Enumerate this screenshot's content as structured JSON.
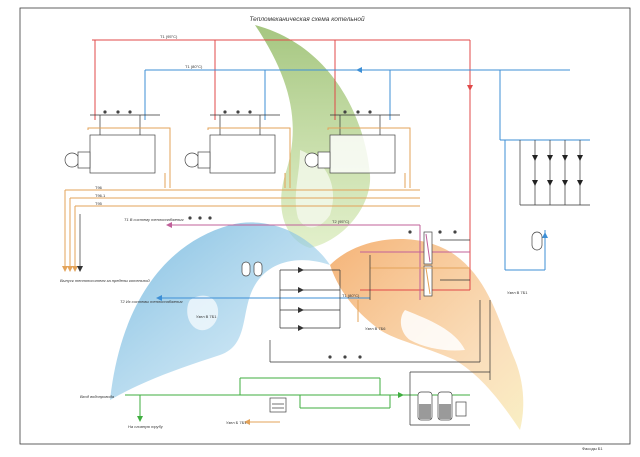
{
  "title": "Тепломеханическая схема котельной",
  "sheet_label": "Фасоды Б1",
  "lines": {
    "supply_red": "Т1 (95°С)",
    "supply_blue": "Т1 (80°С)",
    "return_t96": "Т96",
    "return_t96_1": "Т96.1",
    "return_t95": "Т95",
    "return_mag": "Т2 (95°С)"
  },
  "labels": {
    "to_heating_system": "Т1 В систему теплоснабжения",
    "from_heating_system": "Т2 Из системы теплоснабжения",
    "drain_outside": "Выпуск теплоносителя за пределы котельной",
    "from_water_supply": "Вход водопровода",
    "to_drain": "На сливную трубу",
    "node_b78": "Узел В 7Б1",
    "node_b79": "Узел В 7Б6",
    "node_b7h": "Узел В 7Б1",
    "node_b7s": "Узел Б 7Б1",
    "node_t80": "Т1 (80°С)"
  },
  "colors": {
    "red": "#e04848",
    "blue": "#3d8fd6",
    "orange": "#e3a35a",
    "magenta": "#c0609a",
    "green": "#3fae3f",
    "leaf_green": "#8cbf5a",
    "leaf_blue": "#6fb7e0",
    "leaf_orange": "#f3a35a",
    "leaf_yellow": "#f0dc8a"
  }
}
